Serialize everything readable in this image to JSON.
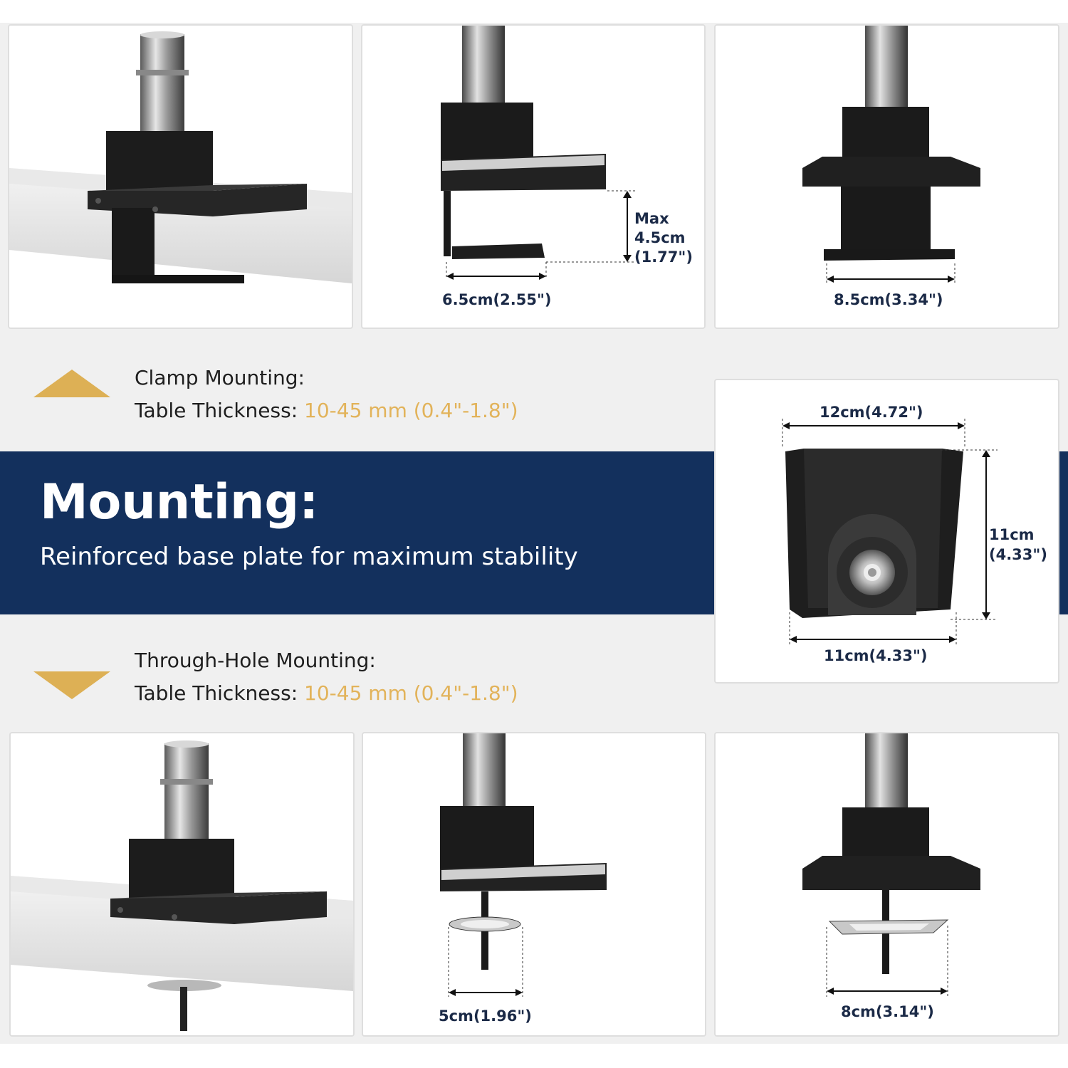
{
  "banner": {
    "title": "Mounting:",
    "subtitle": "Reinforced base plate for maximum stability"
  },
  "clamp_spec": {
    "heading": "Clamp Mounting:",
    "thickness_label": "Table Thickness:",
    "thickness_value": "10-45 mm (0.4\"-1.8\")"
  },
  "through_hole_spec": {
    "heading": "Through-Hole Mounting:",
    "thickness_label": "Table Thickness:",
    "thickness_value": "10-45 mm (0.4\"-1.8\")"
  },
  "dimensions": {
    "clamp_depth": "6.5cm(2.55\")",
    "clamp_max_label": "Max",
    "clamp_max_cm": "4.5cm",
    "clamp_max_in": "(1.77\")",
    "clamp_width": "8.5cm(3.34\")",
    "base_top_width": "12cm(4.72\")",
    "base_height_cm": "11cm",
    "base_height_in": "(4.33\")",
    "base_bottom_width": "11cm(4.33\")",
    "grommet_small": "5cm(1.96\")",
    "grommet_plate": "8cm(3.14\")"
  },
  "colors": {
    "banner": "#13305d",
    "accent": "#e2b35a",
    "triangle": "#ddb055",
    "dimension_text": "#1b2a47"
  }
}
